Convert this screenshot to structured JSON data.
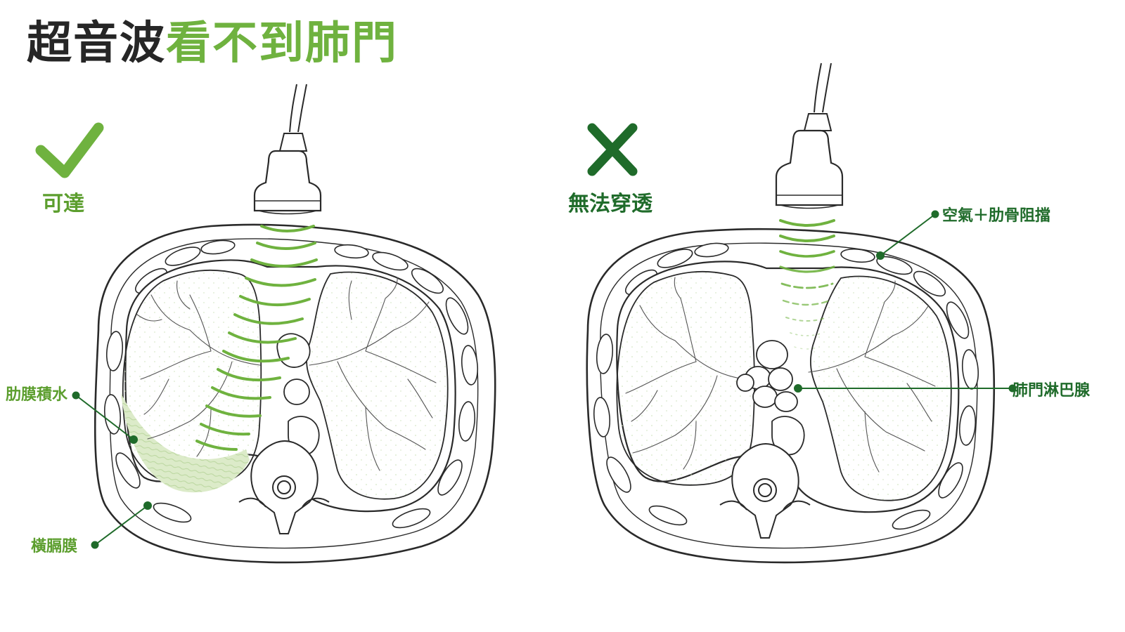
{
  "title": {
    "part1": "超音波",
    "part2": "看不到肺門"
  },
  "colors": {
    "ink": "#262626",
    "accent_light": "#6fb23f",
    "accent_dark": "#1f6b2a",
    "fluid": "#cfe3b8",
    "outline": "#2a2a2a"
  },
  "left_panel": {
    "verdict_icon": "check-icon",
    "verdict_label": "可達",
    "callouts": {
      "pleural_effusion": "肋膜積水",
      "diaphragm": "橫膈膜"
    }
  },
  "right_panel": {
    "verdict_icon": "cross-icon",
    "verdict_label": "無法穿透",
    "callouts": {
      "air_rib_block": "空氣＋肋骨阻擋",
      "hilar_lymph_nodes": "肺門淋巴腺"
    }
  }
}
